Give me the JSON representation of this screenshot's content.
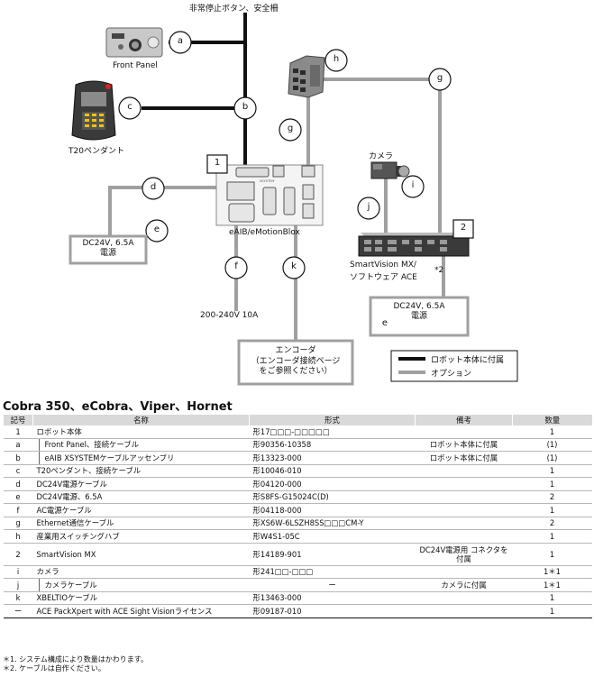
{
  "diagram": {
    "estop_label": "非常停止ボタン、安全柵",
    "front_panel_label": "Front Panel",
    "t20_label": "T20ペンダント",
    "camera_label": "カメラ",
    "eaib_label": "eAIB/eMotionBlox",
    "smartvision_label_1": "SmartVision MX/",
    "smartvision_label_2": "ソフトウェア ACE",
    "smartvision_note": "*2",
    "power_box_1": {
      "line1": "DC24V, 6.5A",
      "line2": "電源"
    },
    "power_box_2": {
      "line1": "DC24V, 6.5A",
      "line2": "電源"
    },
    "ac_label": "200-240V 10A",
    "encoder_box": {
      "line1": "エンコーダ",
      "line2": "（エンコーダ接続ページ",
      "line3": "をご参照ください）"
    },
    "callouts": {
      "a": "a",
      "b": "b",
      "c": "c",
      "d": "d",
      "e1": "e",
      "e2": "e",
      "f": "f",
      "g1": "g",
      "g2": "g",
      "h": "h",
      "i": "i",
      "j": "j",
      "k": "k",
      "n1": "1",
      "n2": "2"
    },
    "legend": {
      "robot_attached": "ロボット本体に付属",
      "option": "オプション"
    },
    "colors": {
      "robot_line": "#111111",
      "option_line": "#a0a0a0"
    }
  },
  "table": {
    "title": "Cobra 350、eCobra、Viper、Hornet",
    "headers": {
      "code": "記号",
      "name": "名称",
      "model": "形式",
      "note": "備考",
      "qty": "数量"
    },
    "rows": [
      {
        "code": "1",
        "name": "ロボット本体",
        "model": "形17□□□-□□□□□",
        "note": "",
        "qty": "1"
      },
      {
        "code": "a",
        "name": "Front Panel、接続ケーブル",
        "model": "形90356-10358",
        "note": "ロボット本体に付属",
        "qty": "(1)"
      },
      {
        "code": "b",
        "name": "eAIB XSYSTEMケーブルアッセンブリ",
        "model": "形13323-000",
        "note": "ロボット本体に付属",
        "qty": "(1)"
      },
      {
        "code": "c",
        "name": "T20ペンダント、接続ケーブル",
        "model": "形10046-010",
        "note": "",
        "qty": "1"
      },
      {
        "code": "d",
        "name": "DC24V電源ケーブル",
        "model": "形04120-000",
        "note": "",
        "qty": "1"
      },
      {
        "code": "e",
        "name": "DC24V電源、6.5A",
        "model": "形S8FS-G15024C(D)",
        "note": "",
        "qty": "2"
      },
      {
        "code": "f",
        "name": "AC電源ケーブル",
        "model": "形04118-000",
        "note": "",
        "qty": "1"
      },
      {
        "code": "g",
        "name": "Ethernet通信ケーブル",
        "model": "形XS6W-6LSZH8SS□□□CM-Y",
        "note": "",
        "qty": "2"
      },
      {
        "code": "h",
        "name": "産業用スイッチングハブ",
        "model": "形W4S1-05C",
        "note": "",
        "qty": "1"
      },
      {
        "code": "2",
        "name": "SmartVision MX",
        "model": "形14189-901",
        "note": "DC24V電源用 コネクタを付属",
        "qty": "1"
      },
      {
        "code": "i",
        "name": "カメラ",
        "model": "形241□□-□□□",
        "note": "",
        "qty": "1＊1"
      },
      {
        "code": "j",
        "name": "カメラケーブル",
        "model": "ー",
        "note": "カメラに付属",
        "qty": "1＊1"
      },
      {
        "code": "k",
        "name": "XBELTIOケーブル",
        "model": "形13463-000",
        "note": "",
        "qty": "1"
      },
      {
        "code": "ー",
        "name": "ACE PackXpert with ACE Sight Visionライセンス",
        "model": "形09187-010",
        "note": "",
        "qty": "1"
      }
    ],
    "footnotes": [
      "＊1. システム構成により数量はかわります。",
      "＊2. ケーブルは自作ください。"
    ]
  }
}
